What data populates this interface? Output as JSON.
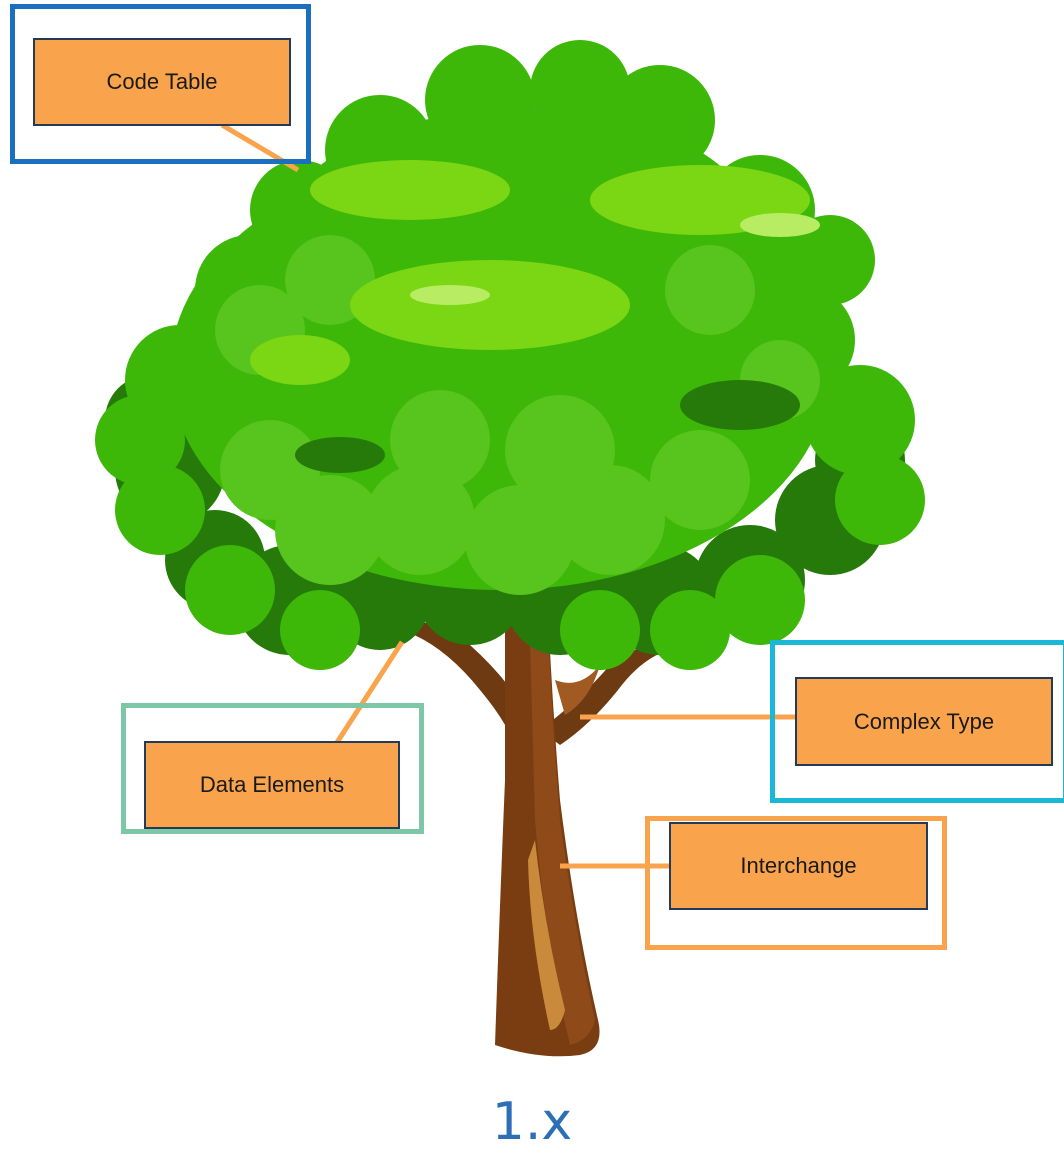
{
  "diagram": {
    "labels": {
      "code_table": "Code Table",
      "data_elements": "Data Elements",
      "complex_type": "Complex Type",
      "interchange": "Interchange"
    },
    "version": "1.x"
  },
  "colors": {
    "label_fill": "#f9a44d",
    "label_border": "#233a5a",
    "connector": "#f9a44d",
    "frame_code_table": "#1a6fbf",
    "frame_data_elements": "#7cc8a6",
    "frame_complex_type": "#1ab8d6",
    "frame_interchange": "#f9a44d",
    "version_text": "#2c6fb7",
    "foliage_dark": "#257a0a",
    "foliage_mid": "#3db808",
    "foliage_light": "#58c41e",
    "foliage_highlight": "#7bd613",
    "trunk": "#7a3d12"
  }
}
